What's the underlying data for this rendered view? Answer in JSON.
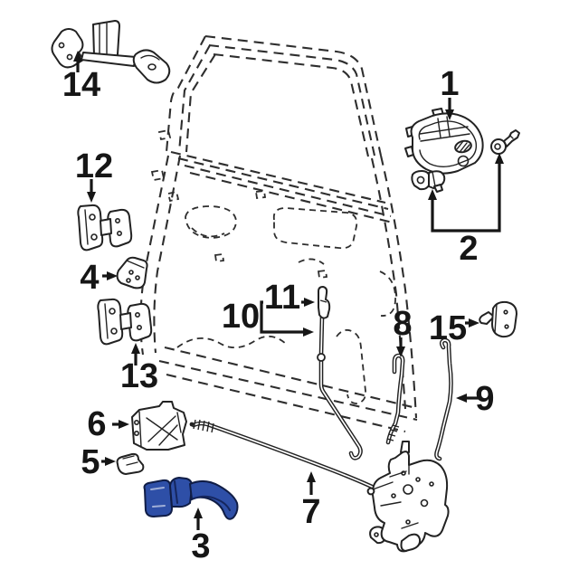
{
  "diagram": {
    "kind": "exploded-parts-diagram",
    "highlighted_callout": "3"
  },
  "colors": {
    "background": "#ffffff",
    "line": "#2a2a2a",
    "label": "#161616",
    "highlight": "#2e4fa7",
    "highlight_dark": "#16275e"
  },
  "labels": {
    "n1": "1",
    "n2": "2",
    "n3": "3",
    "n4": "4",
    "n5": "5",
    "n6": "6",
    "n7": "7",
    "n8": "8",
    "n9": "9",
    "n10": "10",
    "n11": "11",
    "n12": "12",
    "n13": "13",
    "n14": "14",
    "n15": "15"
  }
}
